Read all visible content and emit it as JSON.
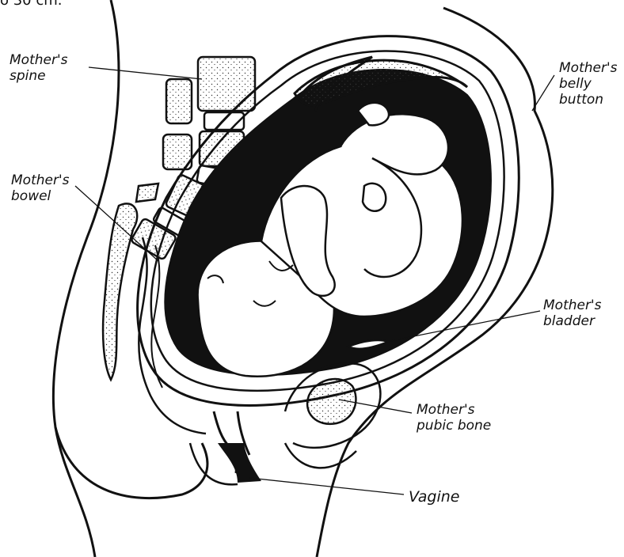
{
  "header_fragment": "o 30 cm.",
  "labels": {
    "spine": [
      "Mother's",
      "spine"
    ],
    "bowel": [
      "Mother's",
      "bowel"
    ],
    "belly_button": [
      "Mother's",
      "belly",
      "button"
    ],
    "bladder": [
      "Mother's",
      "bladder"
    ],
    "pubic_bone": [
      "Mother's",
      "pubic bone"
    ],
    "vagina": [
      "Vagine"
    ]
  }
}
